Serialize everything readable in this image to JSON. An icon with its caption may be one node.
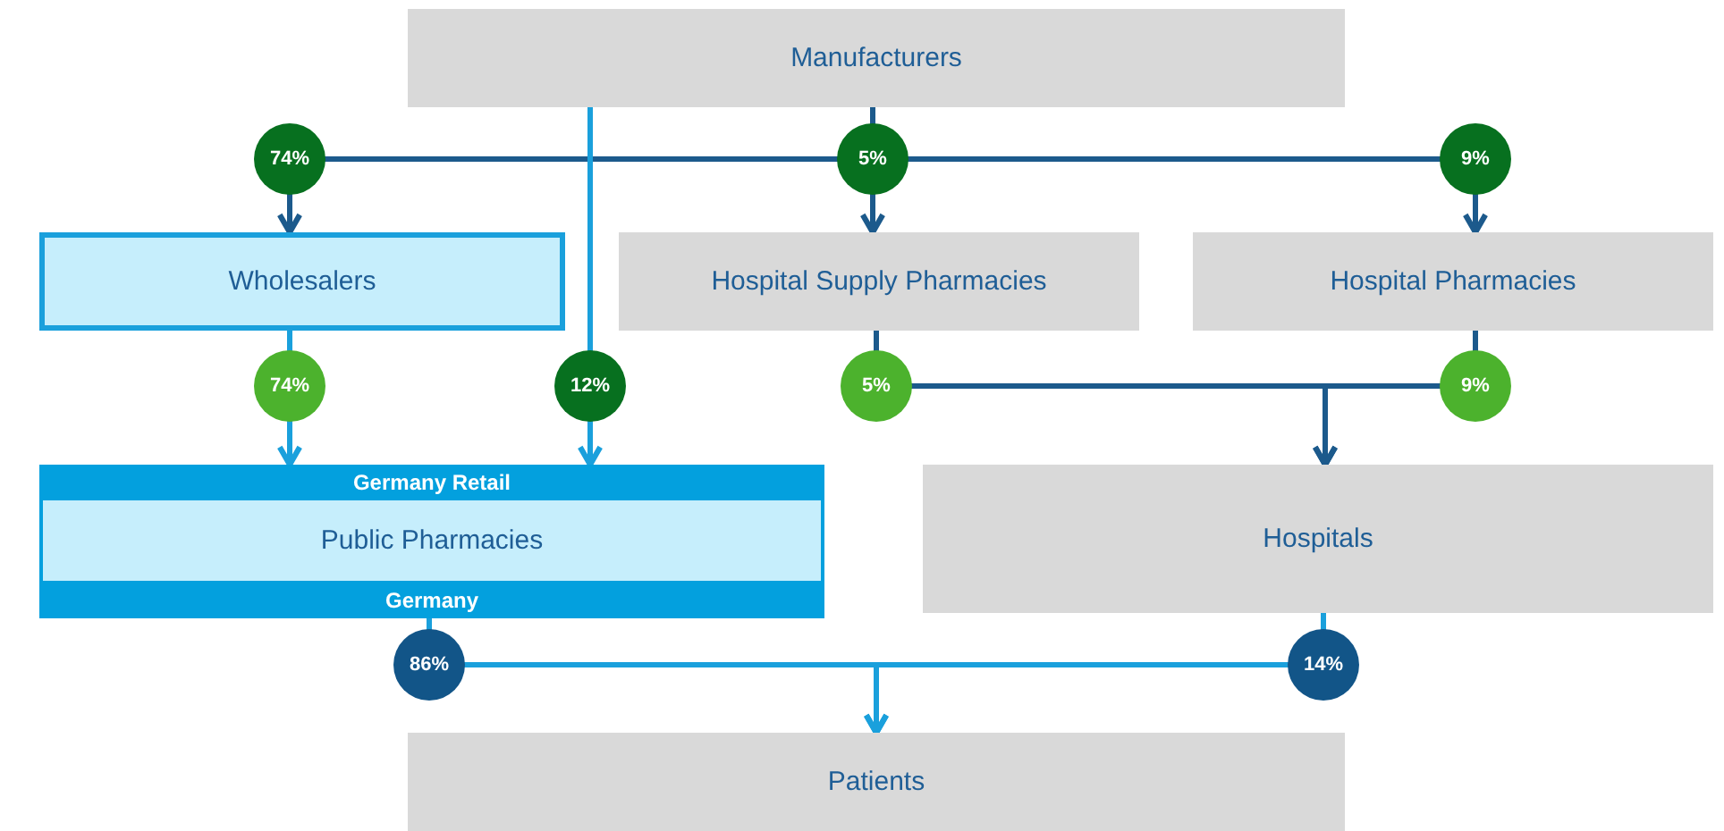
{
  "diagram": {
    "nodes": [
      {
        "text": [
          "Manufacturers"
        ]
      },
      {
        "text": [
          "Wholesalers"
        ]
      },
      {
        "text": [
          "Hospital Supply Pharmacies"
        ]
      },
      {
        "text": [
          "Hospital Pharmacies"
        ]
      },
      {
        "text": [
          "Germany Retail",
          "Germany"
        ]
      },
      {
        "text": [
          "Public Pharmacies"
        ],
        "in": 4
      },
      {
        "text": [
          "Hospitals"
        ]
      },
      {
        "text": [
          "Patients"
        ]
      }
    ],
    "edges": [
      {
        "from": 0,
        "to": 1,
        "arrow": "to",
        "label": "74%"
      },
      {
        "from": 0,
        "to": 2,
        "arrow": "to",
        "label": "5%"
      },
      {
        "from": 0,
        "to": 3,
        "arrow": "to",
        "label": "9%"
      },
      {
        "from": 0,
        "to": 4,
        "arrow": "to",
        "label": "12%",
        "color": "#1aa0dc"
      },
      {
        "from": 1,
        "to": 4,
        "arrow": "to",
        "label": "74%",
        "color": "#1aa0dc"
      },
      {
        "from": 2,
        "to": 6,
        "arrow": "to",
        "label": "5%"
      },
      {
        "from": 3,
        "to": 6,
        "arrow": "to",
        "label": "9%"
      },
      {
        "from": 4,
        "to": 7,
        "arrow": "to",
        "label": "86%",
        "color": "#1aa0dc"
      },
      {
        "from": 6,
        "to": 7,
        "arrow": "to",
        "label": "14%",
        "color": "#1aa0dc"
      }
    ]
  }
}
